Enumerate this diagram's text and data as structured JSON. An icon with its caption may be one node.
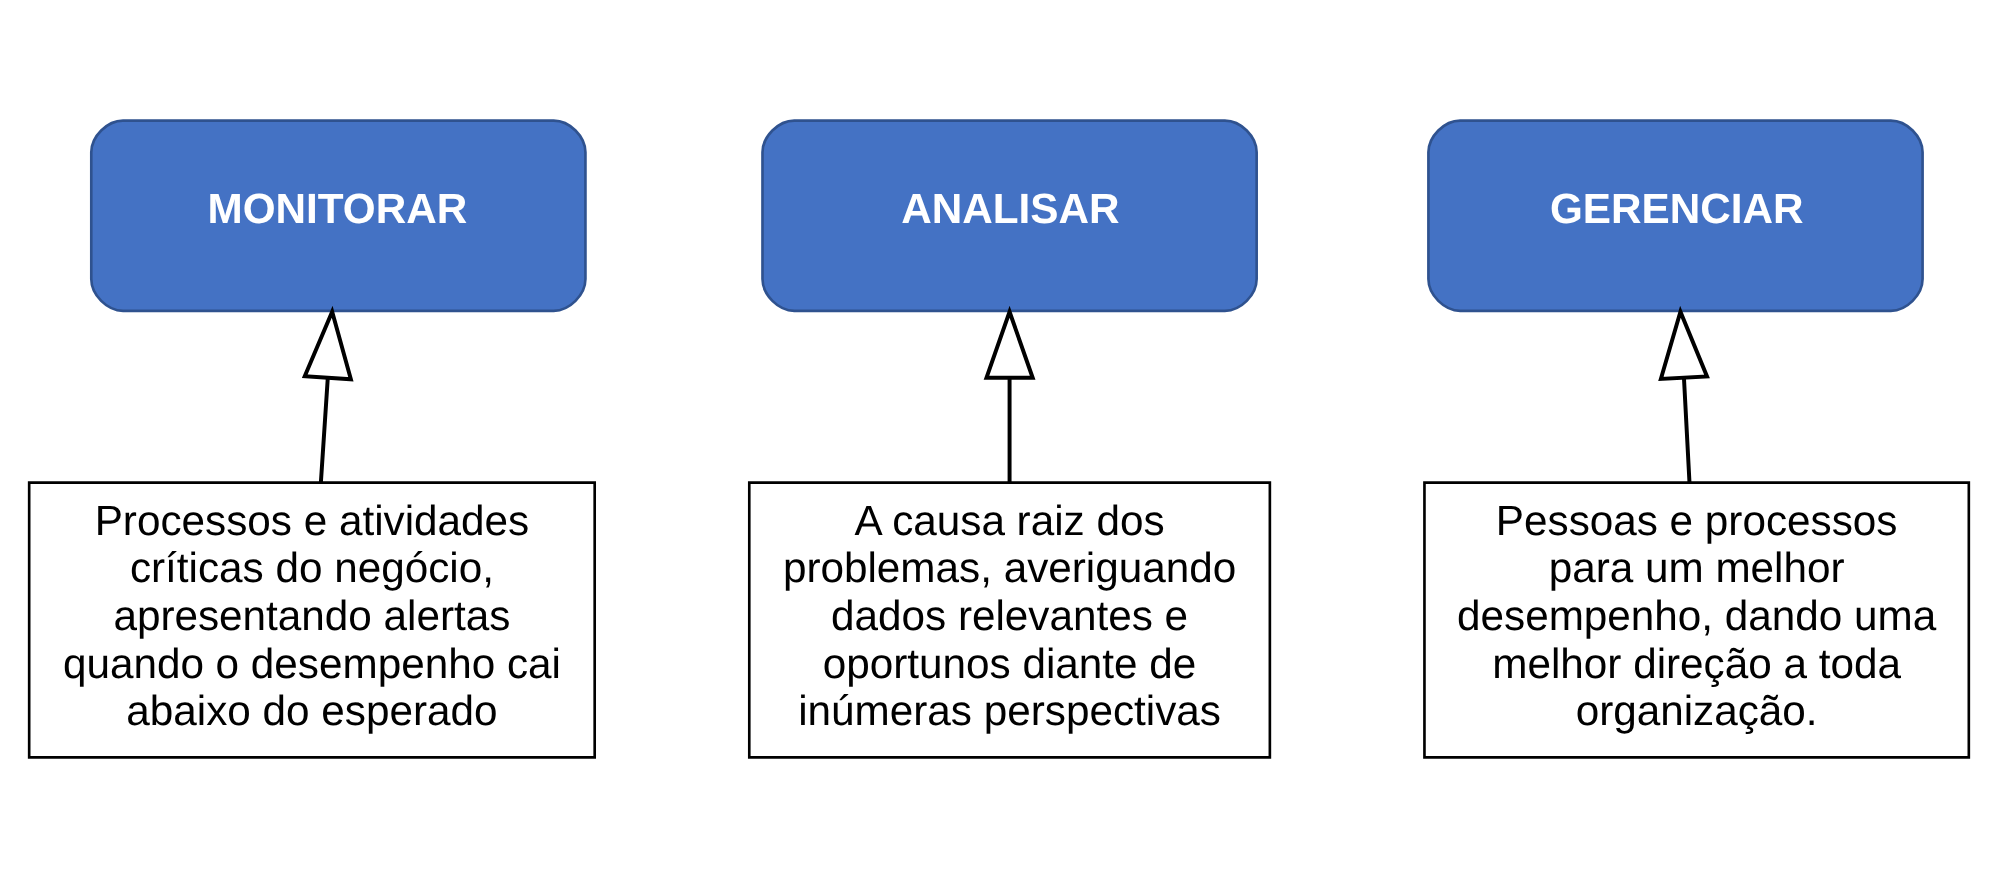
{
  "diagram": {
    "nodes": [
      {
        "text": [
          "MONITORAR"
        ]
      },
      {
        "text": [
          "ANALISAR"
        ]
      },
      {
        "text": [
          "GERENCIAR"
        ]
      },
      {
        "text": [
          "Processos e atividades críticas do negócio, apresentando alertas quando o desempenho cai abaixo do esperado"
        ]
      },
      {
        "text": [
          "A causa raiz dos problemas, averiguando dados relevantes e oportunos diante de inúmeras perspectivas"
        ]
      },
      {
        "text": [
          "Pessoas e processos para um melhor desempenho, dando uma melhor direção a toda organização."
        ]
      }
    ],
    "edges": [
      {
        "from": 3,
        "to": 0,
        "arrow": "to"
      },
      {
        "from": 4,
        "to": 1,
        "arrow": "to"
      },
      {
        "from": 5,
        "to": 2,
        "arrow": "to"
      }
    ]
  }
}
